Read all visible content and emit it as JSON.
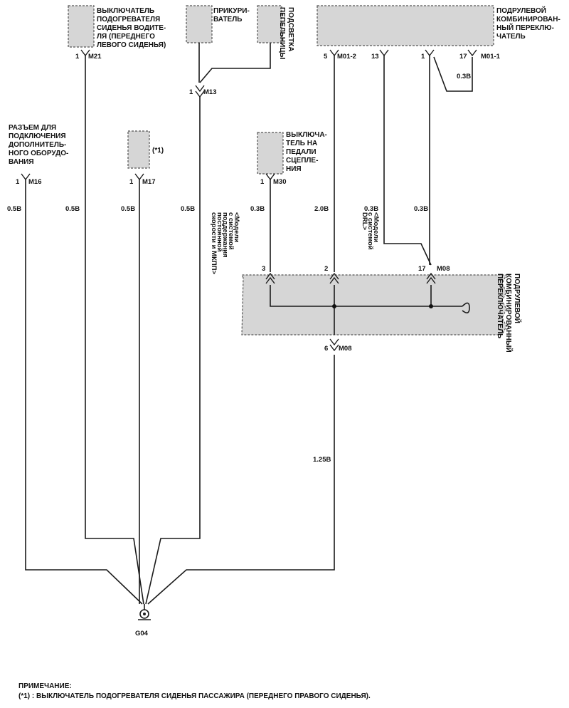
{
  "components": {
    "seat_heater_driver": [
      "ВЫКЛЮЧАТЕЛЬ",
      "ПОДОГРЕВАТЕЛЯ",
      "СИДЕНЬЯ ВОДИТЕ-",
      "ЛЯ (ПЕРЕДНЕГО",
      "ЛЕВОГО СИДЕНЬЯ)"
    ],
    "cigar_lighter": [
      "ПРИКУРИ-",
      "ВАТЕЛЬ"
    ],
    "ashtray_light": [
      "ПОДСВЕТКА",
      "ПЕПЕЛЬНИЦЫ"
    ],
    "combo_switch_top": [
      "ПОДРУЛЕВОЙ",
      "КОМБИНИРОВАН-",
      "НЫЙ ПЕРЕКЛЮ-",
      "ЧАТЕЛЬ"
    ],
    "extra_equipment": [
      "РАЗЪЕМ ДЛЯ",
      "ПОДКЛЮЧЕНИЯ",
      "ДОПОЛНИТЕЛЬ-",
      "НОГО ОБОРУДО-",
      "ВАНИЯ"
    ],
    "passenger_heater_ref": "(*1)",
    "clutch_switch": [
      "ВЫКЛЮЧА-",
      "ТЕЛЬ НА",
      "ПЕДАЛИ",
      "СЦЕПЛЕ-",
      "НИЯ"
    ],
    "combo_switch_mid": [
      "ПОДРУЛЕВОЙ",
      "КОМБИНИРОВАННЫЙ",
      "ПЕРЕКЛЮЧАТЕЛЬ"
    ]
  },
  "notes": {
    "cruise_models": [
      "<Модели",
      "с системой",
      "поддержания",
      "постоянной",
      "скорости и МКПП>"
    ],
    "drl_models": [
      "<Модели",
      "с системой",
      "DRL>"
    ]
  },
  "connectors": {
    "m21": "M21",
    "m13": "M13",
    "m16": "M16",
    "m17": "M17",
    "m30": "M30",
    "m01_2": "M01-2",
    "m01_1": "M01-1",
    "m08": "M08",
    "ground": "G04"
  },
  "pins": {
    "m21": "1",
    "m13": "1",
    "m16": "1",
    "m17": "1",
    "m30": "1",
    "m01_a": "5",
    "m01_b": "13",
    "m01_c": "1",
    "m01_d": "17",
    "m08_a": "3",
    "m08_b": "2",
    "m08_c": "17",
    "m08_d": "6"
  },
  "wires": {
    "w_m16": "0.5B",
    "w_m21": "0.5B",
    "w_m17": "0.5B",
    "w_m13": "0.5B",
    "w_m30": "0.3B",
    "w_m01_5": "2.0B",
    "w_m01_13": "0.3B",
    "w_m01_1": "0.3B",
    "w_loop": "0.3B",
    "w_ground": "1.25B"
  },
  "footer": {
    "title": "ПРИМЕЧАНИЕ:",
    "text": "(*1) : ВЫКЛЮЧАТЕЛЬ ПОДОГРЕВАТЕЛЯ СИДЕНЬЯ ПАССАЖИРА (ПЕРЕДНЕГО ПРАВОГО СИДЕНЬЯ)."
  }
}
